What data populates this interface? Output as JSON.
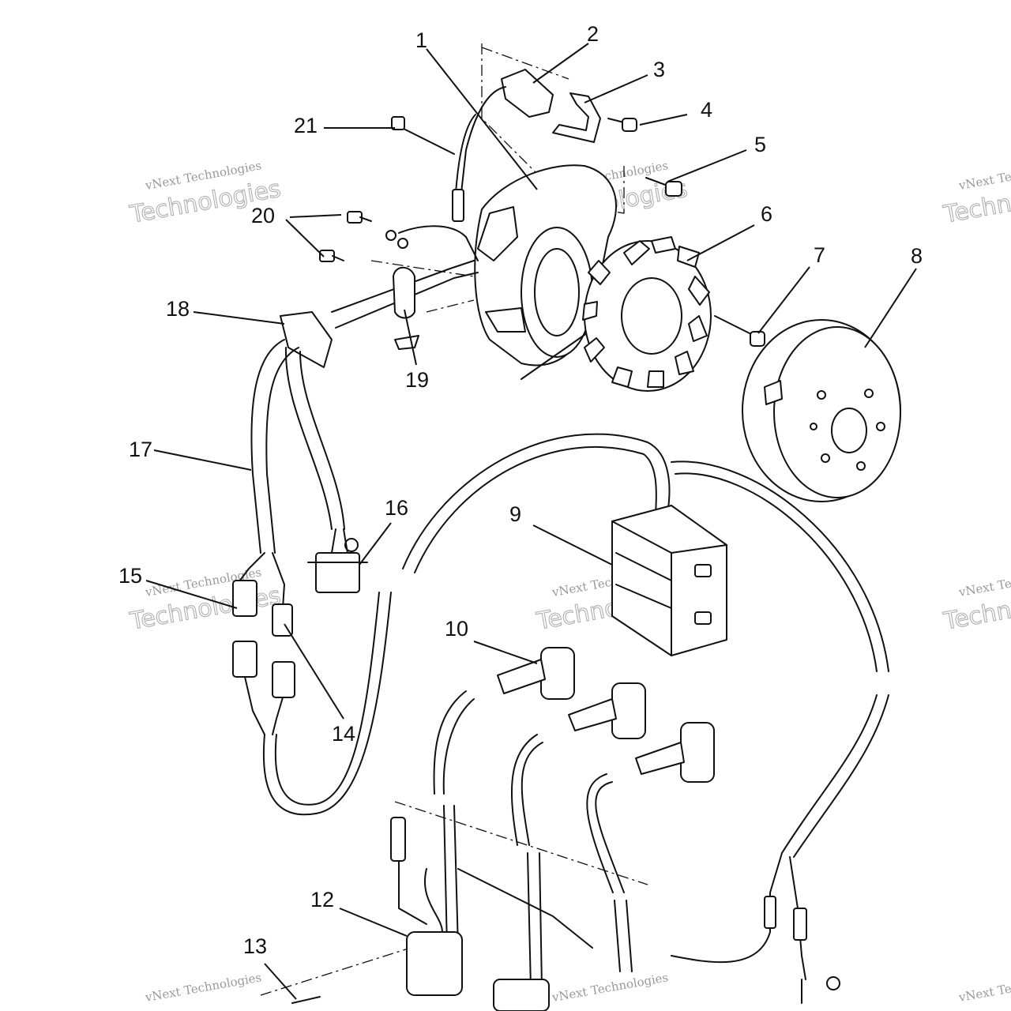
{
  "diagram": {
    "callouts": [
      {
        "id": "c1",
        "label": "1"
      },
      {
        "id": "c2",
        "label": "2"
      },
      {
        "id": "c3",
        "label": "3"
      },
      {
        "id": "c4",
        "label": "4"
      },
      {
        "id": "c5",
        "label": "5"
      },
      {
        "id": "c6",
        "label": "6"
      },
      {
        "id": "c7",
        "label": "7"
      },
      {
        "id": "c8",
        "label": "8"
      },
      {
        "id": "c9",
        "label": "9"
      },
      {
        "id": "c10",
        "label": "10"
      },
      {
        "id": "c12",
        "label": "12"
      },
      {
        "id": "c13",
        "label": "13"
      },
      {
        "id": "c14",
        "label": "14"
      },
      {
        "id": "c15",
        "label": "15"
      },
      {
        "id": "c16",
        "label": "16"
      },
      {
        "id": "c17",
        "label": "17"
      },
      {
        "id": "c18",
        "label": "18"
      },
      {
        "id": "c19",
        "label": "19"
      },
      {
        "id": "c20",
        "label": "20"
      },
      {
        "id": "c21",
        "label": "21"
      }
    ],
    "watermark": {
      "line": "vNext Technologies",
      "big": "Technologies"
    },
    "colors": {
      "ink": "#111111",
      "paper": "#ffffff",
      "watermark": "#9a9a9a"
    }
  }
}
